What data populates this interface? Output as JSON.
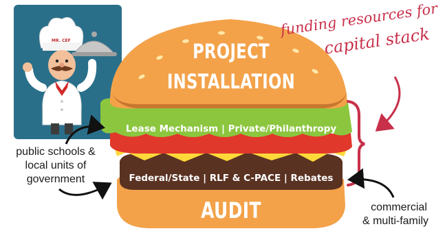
{
  "burger": {
    "top_bun_line1": "PROJECT",
    "top_bun_line2": "INSTALLATION",
    "lettuce_band": "Lease Mechanism | Private/Philanthropy",
    "patty_band": "Federal/State | RLF & C-PACE | Rebates",
    "bottom_bun": "AUDIT"
  },
  "annotations": {
    "left_line1": "public schools &",
    "left_line2": "local units of",
    "left_line3": "government",
    "right_line1": "commercial",
    "right_line2": "& multi-family",
    "script_line1": "funding resources for",
    "script_line2": "capital stack"
  },
  "chef": {
    "hat_label": "MR. CEF"
  },
  "colors": {
    "bun": "#f3a24a",
    "bun_dark": "#c8772f",
    "lettuce": "#8cc63f",
    "tomato": "#e0392b",
    "cheese": "#ffd93a",
    "patty": "#5a3222",
    "chef_panel": "#2a6f8a",
    "accent_red": "#c8304a"
  }
}
